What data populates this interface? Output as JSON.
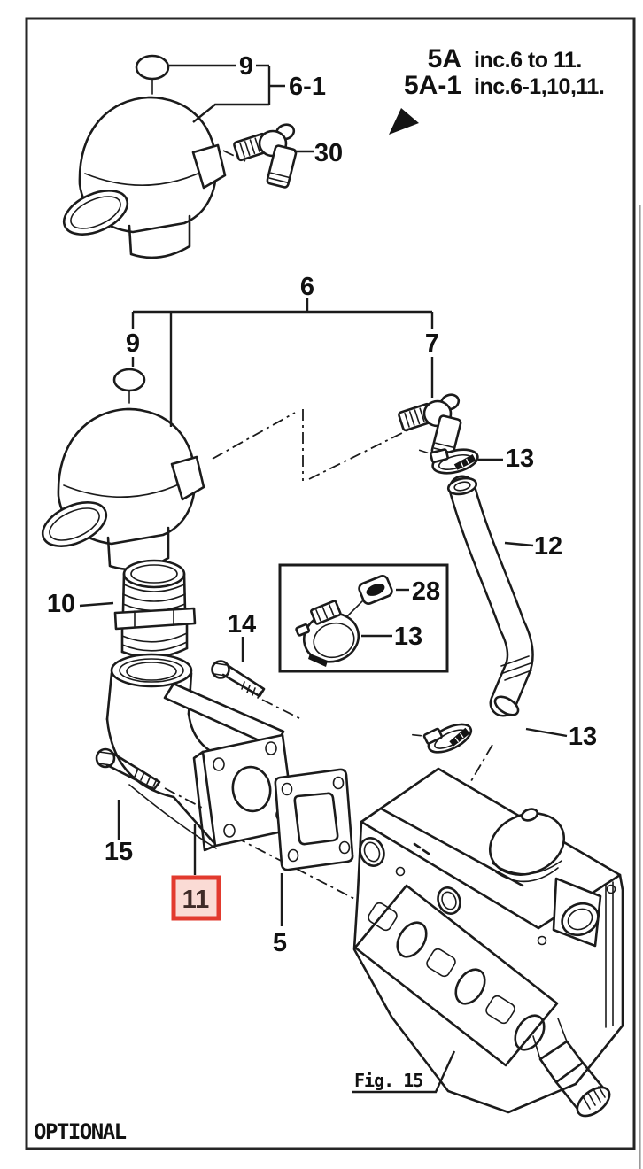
{
  "note": {
    "code1": "5A",
    "desc1": "inc.6 to 11.",
    "code2": "5A-1",
    "desc2": "inc.6-1,10,11."
  },
  "callouts": {
    "c9_top": "9",
    "c6_1": "6-1",
    "c30": "30",
    "c6": "6",
    "c9_mid": "9",
    "c7": "7",
    "c13_upper": "13",
    "c12": "12",
    "c28": "28",
    "c13_inset": "13",
    "c10": "10",
    "c14": "14",
    "c15": "15",
    "c11": "11",
    "c5": "5",
    "c13_lower": "13"
  },
  "figure_ref": {
    "label": "Fig. 15"
  },
  "footer": {
    "label": "OPTIONAL"
  },
  "highlight": {
    "part_number": "11",
    "border_color": "#e23a2e",
    "fill_color": "#fadbd5"
  }
}
